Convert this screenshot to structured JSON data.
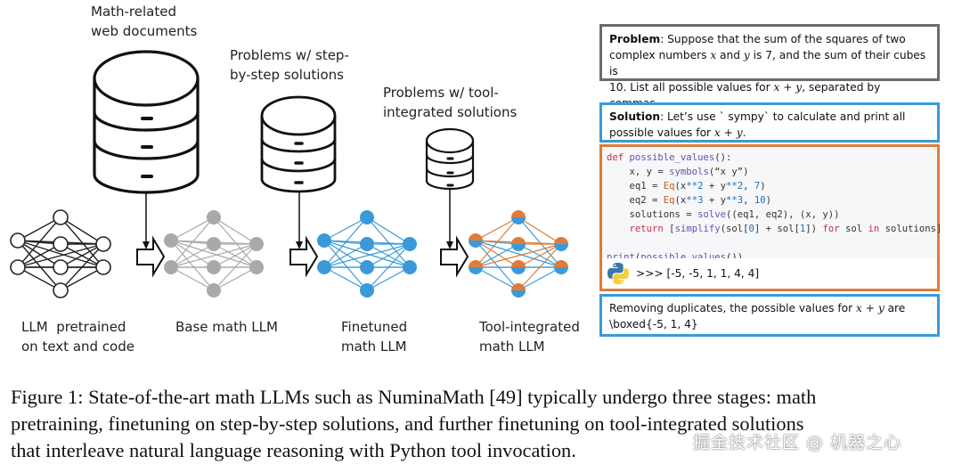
{
  "stages": [
    {
      "label_lines": [
        "LLM  pretrained",
        "on text and code"
      ],
      "style": "outline",
      "color": "#222222"
    },
    {
      "label_lines": [
        "Base math LLM"
      ],
      "style": "filled",
      "color": "#a9a9a9"
    },
    {
      "label_lines": [
        "Finetuned",
        "math LLM"
      ],
      "style": "filled",
      "color": "#3a9ad9"
    },
    {
      "label_lines": [
        "Tool-integrated",
        "math LLM"
      ],
      "style": "split",
      "color": "#3a9ad9",
      "accent": "#e07b39"
    }
  ],
  "datasets": [
    {
      "label_lines": [
        "Math-related",
        "web documents"
      ]
    },
    {
      "label_lines": [
        "Problems w/ step-",
        "by-step solutions"
      ]
    },
    {
      "label_lines": [
        "Problems w/ tool-",
        "integrated solutions"
      ]
    }
  ],
  "example": {
    "problem": {
      "heading": "Problem",
      "line1": ": Suppose that the sum of the squares of two",
      "line2_a": "complex numbers ",
      "var_x": "x",
      "line2_b": " and ",
      "var_y": "y",
      "line2_c": " is 7, and the sum of their cubes is",
      "line3_a": "10. List all possible values for ",
      "expr": "x + y",
      "line3_b": ", separated by commas."
    },
    "solution": {
      "heading": "Solution",
      "line1": ": Let’s use ` sympy` to calculate and print all",
      "line2_a": "possible values for ",
      "expr": "x + y",
      "line2_b": "."
    },
    "code_lines": [
      "def possible_values():",
      "    x, y = symbols(“x y”)",
      "    eq1 = Eq(x**2 + y**2, 7)",
      "    eq2 = Eq(x**3 + y**3, 10)",
      "    solutions = solve((eq1, eq2), (x, y))",
      "    return [simplify(sol[0] + sol[1]) for sol in solutions]",
      "",
      "print(possible_values())"
    ],
    "output": ">>> [-5, -5, 1, 1, 4, 4]",
    "final": {
      "line1_a": "Removing duplicates, the possible values for ",
      "expr": "x + y",
      "line1_b": " are",
      "line2": "\\boxed{-5, 1, 4}"
    }
  },
  "colors": {
    "problem_border": "#6b6b6b",
    "solution_border": "#3a9ad9",
    "code_border": "#e07b39",
    "blue": "#3a9ad9",
    "orange": "#e07b39",
    "gray": "#a9a9a9"
  },
  "caption": {
    "lines": [
      "Figure 1: State-of-the-art math LLMs such as NuminaMath [49] typically undergo three stages: math",
      "pretraining, finetuning on step-by-step solutions, and further finetuning on tool-integrated solutions",
      "that interleave natural language reasoning with Python tool invocation."
    ]
  },
  "watermark": "掘金技术社区 @ 机器之心"
}
